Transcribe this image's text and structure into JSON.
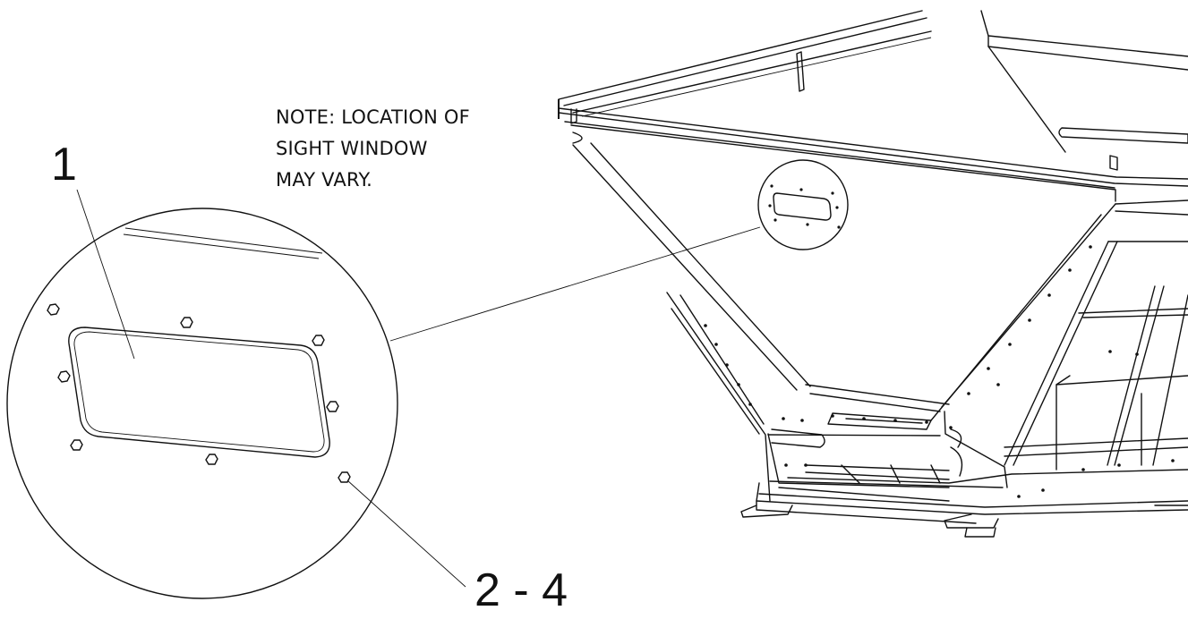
{
  "note": {
    "line1": "NOTE: LOCATION OF",
    "line2": "SIGHT WINDOW",
    "line3": "MAY VARY."
  },
  "callouts": {
    "window": "1",
    "hardware": "2 - 4"
  }
}
